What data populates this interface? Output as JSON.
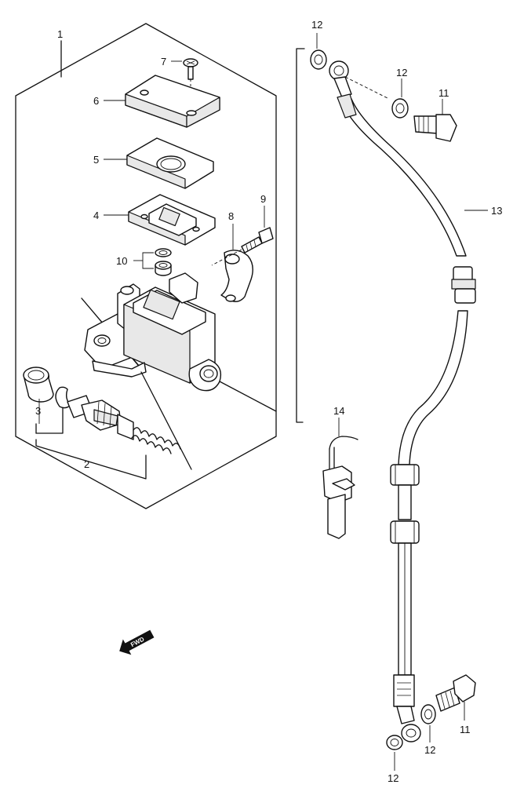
{
  "callouts": {
    "c1": "1",
    "c2": "2",
    "c3": "3",
    "c4": "4",
    "c5": "5",
    "c6": "6",
    "c7": "7",
    "c8": "8",
    "c9": "9",
    "c10": "10",
    "c11a": "11",
    "c11b": "11",
    "c12a": "12",
    "c12b": "12",
    "c12c": "12",
    "c12d": "12",
    "c13": "13",
    "c14": "14"
  },
  "direction_arrow": {
    "label": "FWD",
    "icon": "forward-arrow-icon"
  },
  "colors": {
    "ink": "#111111",
    "paper": "#ffffff",
    "fill": "#e8e8e8"
  }
}
